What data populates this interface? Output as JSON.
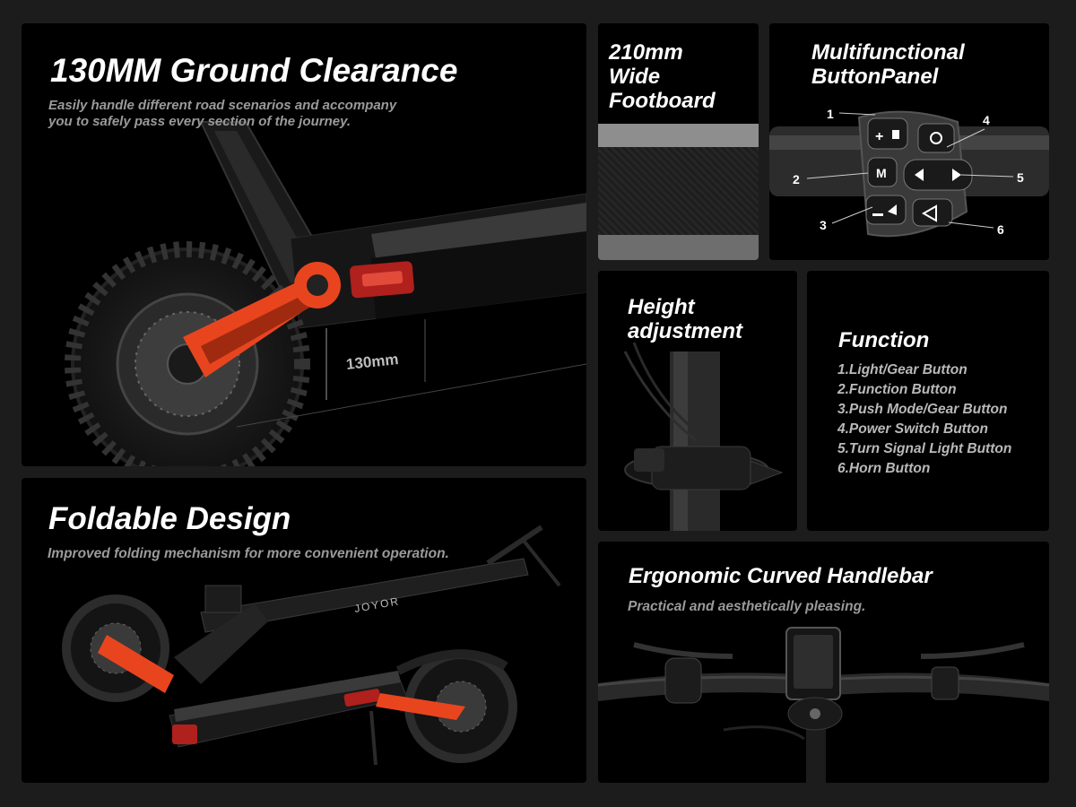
{
  "ground_clearance": {
    "title": "130MM Ground Clearance",
    "subtitle_line1": "Easily handle different road scenarios and accompany",
    "subtitle_line2": "you to safely pass every section of the journey.",
    "measure_label": "130mm"
  },
  "footboard": {
    "title_line1": "210mm",
    "title_line2": "Wide",
    "title_line3": "Footboard"
  },
  "button_panel": {
    "title_line1": "Multifunctional",
    "title_line2": "ButtonPanel",
    "callouts": [
      "1",
      "2",
      "3",
      "4",
      "5",
      "6"
    ],
    "mode_glyph": "M"
  },
  "height": {
    "title_line1": "Height",
    "title_line2": "adjustment"
  },
  "function": {
    "title": "Function",
    "items": [
      "1.Light/Gear Button",
      "2.Function Button",
      "3.Push Mode/Gear Button",
      "4.Power Switch Button",
      "5.Turn Signal Light Button",
      "6.Horn Button"
    ]
  },
  "foldable": {
    "title": "Foldable Design",
    "subtitle": "Improved folding mechanism for more convenient operation.",
    "brand": "JOYOR"
  },
  "handlebar": {
    "title": "Ergonomic Curved Handlebar",
    "subtitle": "Practical and aesthetically pleasing."
  },
  "colors": {
    "background": "#1c1c1c",
    "panel": "#000000",
    "accent_orange": "#e8451f",
    "tail_light_red": "#b0201c"
  }
}
